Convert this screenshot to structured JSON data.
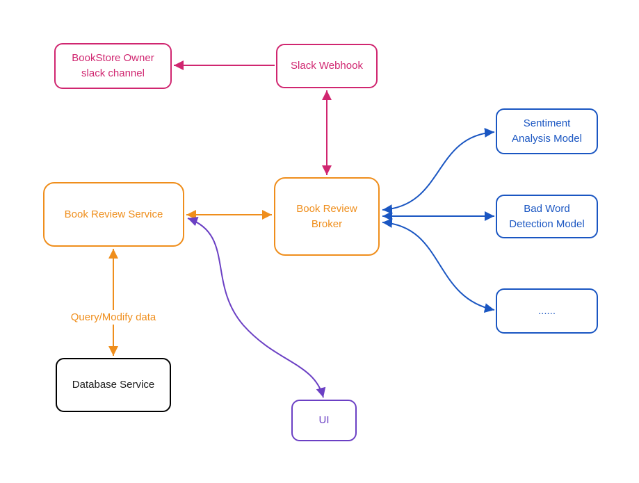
{
  "diagram": {
    "nodes": {
      "bookstore_owner": {
        "label": "BookStore Owner\nslack channel",
        "color": "#d02670"
      },
      "slack_webhook": {
        "label": "Slack Webhook",
        "color": "#d02670"
      },
      "book_review_service": {
        "label": "Book Review Service",
        "color": "#ef8e1c"
      },
      "book_review_broker": {
        "label": "Book Review\nBroker",
        "color": "#ef8e1c"
      },
      "sentiment_model": {
        "label": "Sentiment\nAnalysis Model",
        "color": "#1a56c2"
      },
      "bad_word_model": {
        "label": "Bad Word\nDetection Model",
        "color": "#1a56c2"
      },
      "more_models": {
        "label": "......",
        "color": "#1a56c2"
      },
      "database_service": {
        "label": "Database Service",
        "color": "#000000"
      },
      "ui": {
        "label": "UI",
        "color": "#6b40c4"
      }
    },
    "edge_labels": {
      "query_modify": "Query/Modify data"
    },
    "colors": {
      "pink": "#d02670",
      "orange": "#ef8e1c",
      "blue": "#1a56c2",
      "purple": "#6b40c4",
      "black": "#000000"
    }
  }
}
